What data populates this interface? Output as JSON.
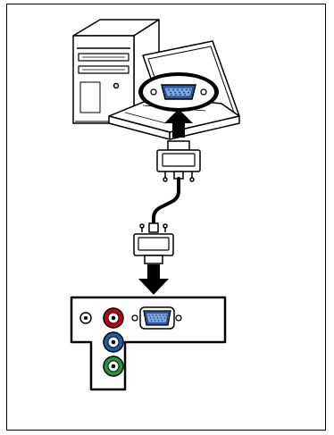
{
  "diagram": {
    "components": [
      {
        "id": "desktop-computer",
        "icon": "desktop-tower-icon"
      },
      {
        "id": "laptop-computer",
        "icon": "laptop-icon"
      },
      {
        "id": "computer-vga-port",
        "icon": "vga-port-icon"
      },
      {
        "id": "vga-cable",
        "icon": "vga-cable-icon"
      },
      {
        "id": "projector-input-panel",
        "icon": "input-panel-icon"
      },
      {
        "id": "panel-vga-port",
        "icon": "vga-port-icon"
      },
      {
        "id": "audio-jack",
        "icon": "audio-jack-icon"
      },
      {
        "id": "component-jack-red",
        "icon": "rca-jack-icon",
        "color": "#c0001a"
      },
      {
        "id": "component-jack-blue",
        "icon": "rca-jack-icon",
        "color": "#1a5ea8"
      },
      {
        "id": "component-jack-green",
        "icon": "rca-jack-icon",
        "color": "#1f9a3a"
      }
    ],
    "connections": [
      {
        "from": "vga-cable",
        "to": "computer-vga-port",
        "arrow": "up"
      },
      {
        "from": "vga-cable",
        "to": "panel-vga-port",
        "arrow": "down"
      }
    ],
    "colors": {
      "line": "#000000",
      "fill": "#ffffff",
      "port_blue": "#2f5fa8",
      "port_blue_light": "#7aa6e0",
      "jack_red": "#c0001a",
      "jack_blue": "#1a5ea8",
      "jack_green": "#1f9a3a"
    }
  }
}
